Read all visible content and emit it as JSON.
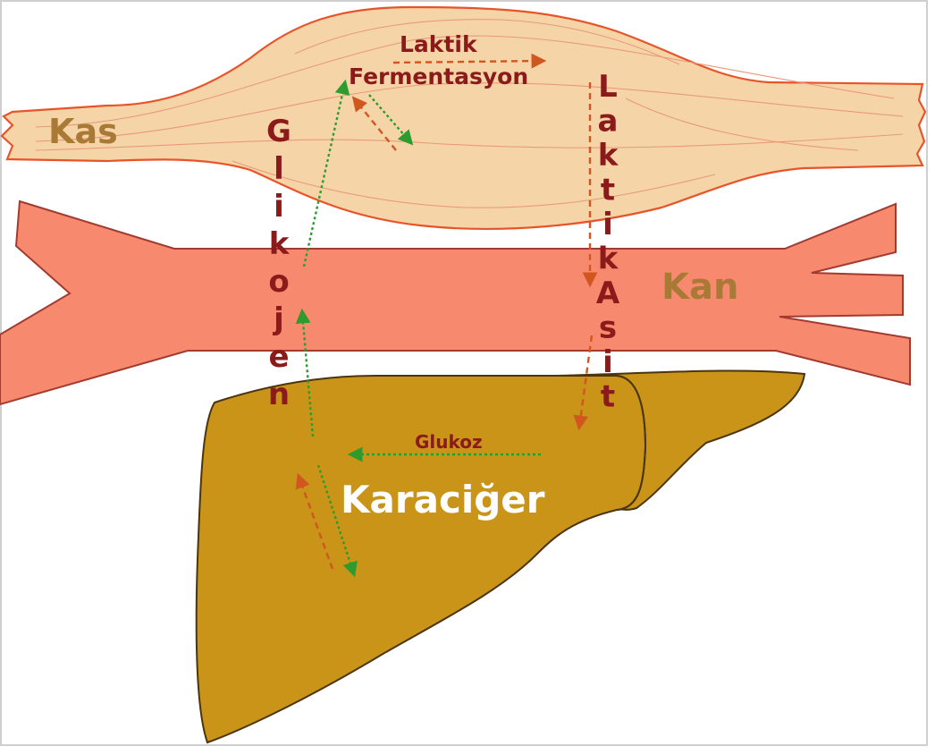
{
  "labels": {
    "muscle": "Kas",
    "blood": "Kan",
    "liver": "Karaciğer",
    "fermentation_line1": "Laktik",
    "fermentation_line2": "Fermentasyon",
    "glucose": "Glukoz",
    "glycogen": "Glikojen",
    "lactic_acid": "Laktik Asit"
  },
  "colors": {
    "muscle_fill": "#f5d5a8",
    "muscle_outline": "#e8542a",
    "blood_vessel": "#f78a6e",
    "liver_fill": "#c99417",
    "label_dark_red": "#8b1a1a",
    "label_tan": "#a87a35",
    "arrow_red": "#d2561f",
    "arrow_green": "#2e9b2e"
  }
}
